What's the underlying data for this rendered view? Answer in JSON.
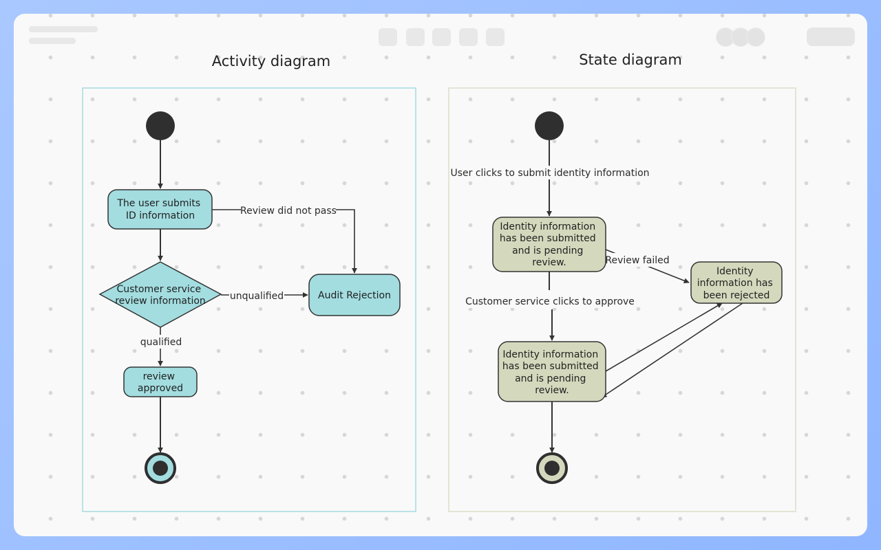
{
  "activity": {
    "title": "Activity diagram",
    "nodes": {
      "submit": [
        "The user submits",
        "ID information"
      ],
      "review": [
        "Customer service",
        "review information"
      ],
      "rejection": [
        "Audit Rejection"
      ],
      "approved": [
        "review",
        "approved"
      ]
    },
    "edges": {
      "not_pass": "Review did not pass",
      "unqualified": "unqualified",
      "qualified": "qualified"
    }
  },
  "state": {
    "title": "State diagram",
    "nodes": {
      "pending1": [
        "Identity information",
        "has been submitted",
        "and is pending",
        "review."
      ],
      "rejected": [
        "Identity",
        "information has",
        "been rejected"
      ],
      "pending2": [
        "Identity information",
        "has been submitted",
        "and is pending",
        "review."
      ]
    },
    "edges": {
      "submit": "User clicks to submit identity information",
      "failed": "Review failed",
      "approve": "Customer service clicks to approve"
    }
  },
  "colors": {
    "activity_fill": "#a3dde0",
    "activity_border_panel": "#a6dbe0",
    "state_fill": "#d4d9bd",
    "state_border_panel": "#dcddc9",
    "line": "#333333",
    "dot": "#2f2f2f"
  }
}
